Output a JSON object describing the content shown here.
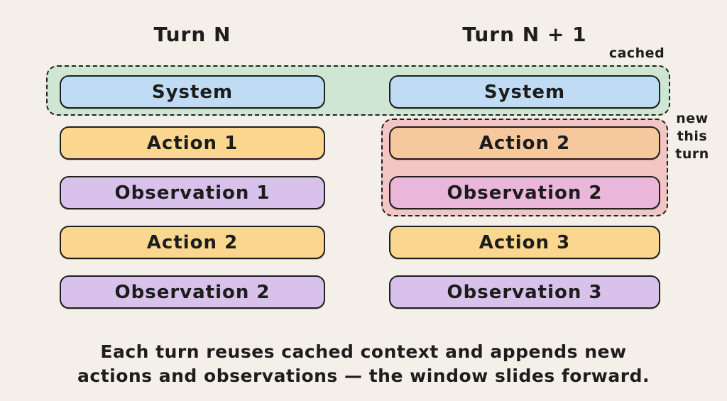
{
  "canvas": {
    "background": "#f4f0e9",
    "ink": "#1d1d1d"
  },
  "columns": [
    {
      "title": "Turn N",
      "boxes": [
        {
          "label": "System",
          "color": "#bfdcf4"
        },
        {
          "label": "Action 1",
          "color": "#fad68f"
        },
        {
          "label": "Observation 1",
          "color": "#d8c1ea"
        },
        {
          "label": "Action 2",
          "color": "#fad68f"
        },
        {
          "label": "Observation 2",
          "color": "#d8c1ea"
        }
      ]
    },
    {
      "title": "Turn N + 1",
      "boxes": [
        {
          "label": "System",
          "color": "#bfdcf4"
        },
        {
          "label": "Action 2",
          "color": "#f6c89d"
        },
        {
          "label": "Observation 2",
          "color": "#eab6d9"
        },
        {
          "label": "Action 3",
          "color": "#fad68f"
        },
        {
          "label": "Observation 3",
          "color": "#d8c1ea"
        }
      ]
    }
  ],
  "groups": {
    "cached": {
      "label": "cached",
      "fill": "#cfe7d2",
      "border_style": "dashed"
    },
    "new_this_turn": {
      "label_line1": "new this",
      "label_line2": "turn",
      "fill": "#f2c6c4",
      "border_style": "dashed"
    }
  },
  "caption": {
    "line1": "Each turn reuses cached context and appends new",
    "line2": "actions and observations — the window slides forward."
  }
}
